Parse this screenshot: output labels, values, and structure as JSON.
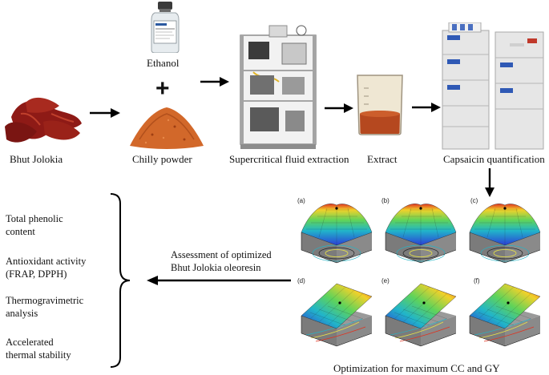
{
  "steps": {
    "raw_material": "Bhut Jolokia",
    "solvent": "Ethanol",
    "plus": "+",
    "powder": "Chilly powder",
    "extraction": "Supercritical  fluid extraction",
    "extract": "Extract",
    "quantification": "Capsaicin quantification",
    "optimization": "Optimization for maximum CC and GY",
    "assessment_line1": "Assessment of optimized",
    "assessment_line2": "Bhut Jolokia oleoresin"
  },
  "assessments": [
    "Total phenolic\ncontent",
    "Antioxidant activity\n(FRAP, DPPH)",
    "Thermogravimetric\nanalysis",
    "Accelerated\nthermal stability"
  ],
  "surface_panels": [
    {
      "tag": "(a)"
    },
    {
      "tag": "(b)"
    },
    {
      "tag": "(c)"
    },
    {
      "tag": "(d)"
    },
    {
      "tag": "(e)"
    },
    {
      "tag": "(f)"
    }
  ],
  "colors": {
    "chilli": "#8e1a16",
    "powder": "#d2682a",
    "extract": "#b5481f",
    "steel": "#b8b8b8",
    "hplc": "#e6e6e6"
  }
}
